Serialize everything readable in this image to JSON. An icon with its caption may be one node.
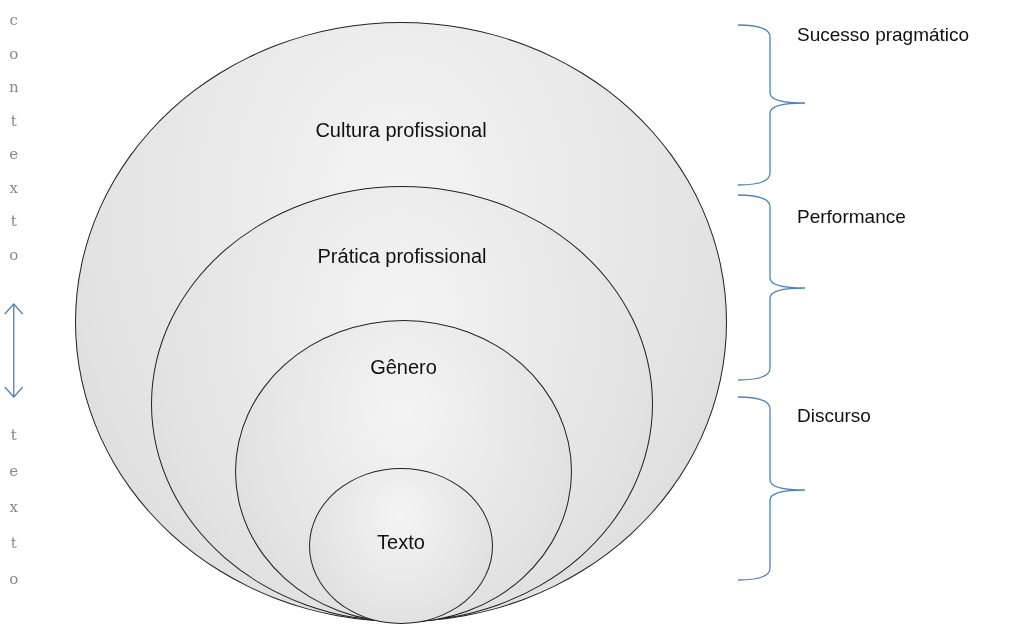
{
  "diagram": {
    "nodes": [
      {
        "text": [
          "Cultura profissional"
        ]
      },
      {
        "text": [
          "Prática profissional"
        ],
        "in": 0
      },
      {
        "text": [
          "Gênero"
        ],
        "in": 1
      },
      {
        "text": [
          "Texto"
        ],
        "in": 2
      },
      {
        "text": [
          "contexto"
        ]
      },
      {
        "text": [
          "texto"
        ]
      }
    ],
    "edges": [
      {
        "from": 4,
        "to": 5,
        "arrow": "both"
      }
    ],
    "labels": [
      "Sucesso pragmático",
      "Performance",
      "Discurso"
    ]
  }
}
